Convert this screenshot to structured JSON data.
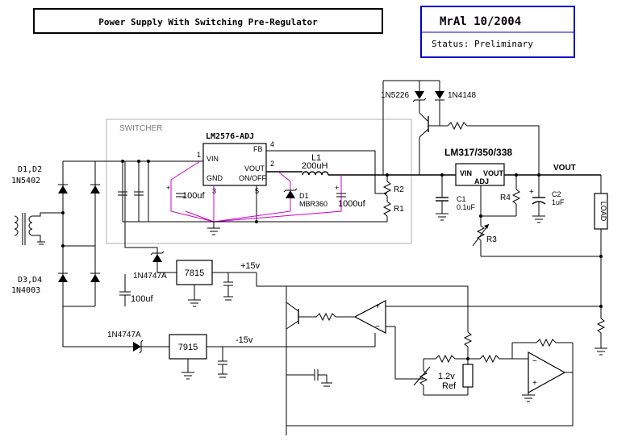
{
  "title": "Power Supply With Switching Pre-Regulator",
  "info_box": {
    "author_date": "MrAl 10/2004",
    "status": "Status: Preliminary"
  },
  "labels": {
    "switcher_box": "SWITCHER",
    "ic_name": "LM2576-ADJ",
    "pin_vin": "VIN",
    "pin_gnd": "GND",
    "pin_fb": "FB",
    "pin_vout": "VOUT",
    "pin_onoff": "ON/OFF",
    "pin1": "1",
    "pin2": "2",
    "pin3": "3",
    "pin4": "4",
    "pin5": "5",
    "inductor_name": "L1",
    "inductor_value": "200uH",
    "diode_switch": "D1",
    "diode_switch_part": "MBR360",
    "cap_in": "100uf",
    "cap_out": "1000uf",
    "d1d2": "D1,D2",
    "d1d2_part": "1N5402",
    "d3d4": "D3,D4",
    "d3d4_part": "1N4003",
    "zener_pos": "1N4747A",
    "zener_neg": "1N4747A",
    "cap_neg": "100uf",
    "reg_pos": "7815",
    "reg_neg": "7915",
    "rail_pos": "+15v",
    "rail_neg": "-15v",
    "zener_top": "1N5226",
    "diode_top": "1N4148",
    "lm317": "LM317/350/338",
    "lm317_vin": "VIN",
    "lm317_vout": "VOUT",
    "lm317_adj": "ADJ",
    "vout": "VOUT",
    "r1": "R1",
    "r2": "R2",
    "r3": "R3",
    "r4": "R4",
    "c1": "C1",
    "c1_value": "0.1uF",
    "c2": "C2",
    "c2_value": "1uF",
    "load": "LOAD",
    "ref_value": "1.2v",
    "ref_label": "Ref"
  },
  "colors": {
    "wire": "#000000",
    "switcher_wiring": "#cc00cc",
    "info_border": "#0000cc",
    "switcher_border": "#b0b0b0"
  }
}
